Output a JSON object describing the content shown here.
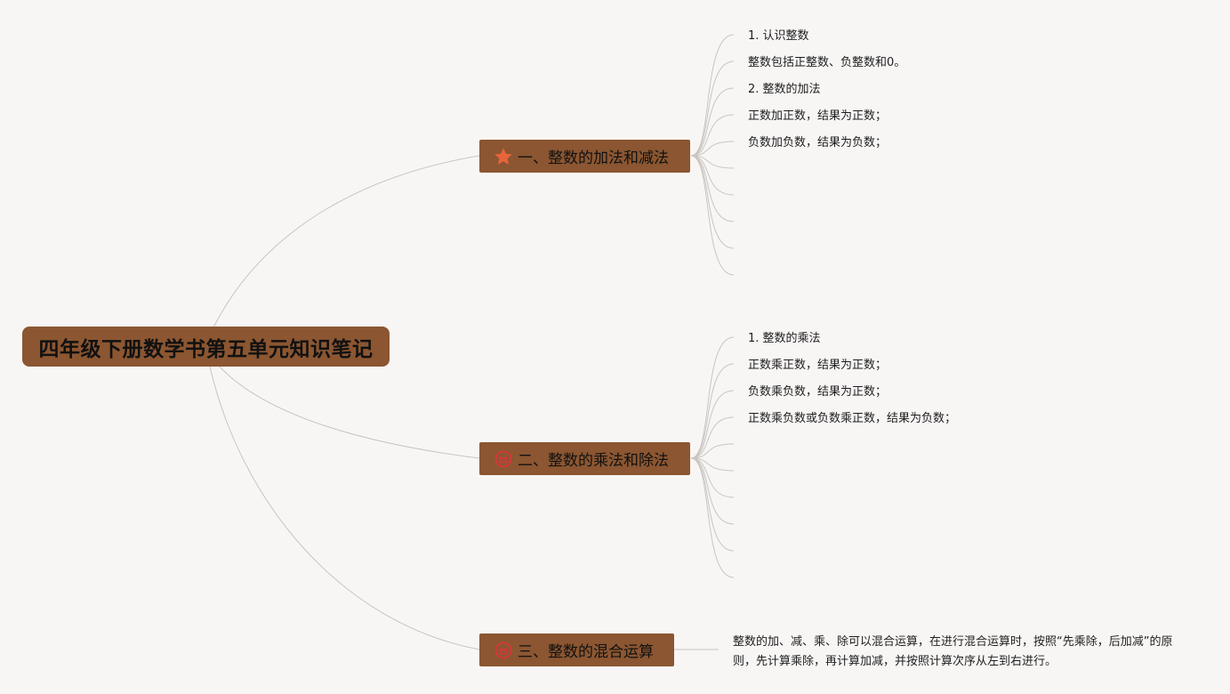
{
  "mindmap": {
    "root": {
      "label": "四年级下册数学书第五单元知识笔记"
    },
    "branches": [
      {
        "label": "一、整数的加法和减法",
        "icon": "star-icon",
        "icon_color": "#e8643a",
        "children": [
          "1. 认识整数",
          "整数包括正整数、负整数和0。",
          "2. 整数的加法",
          "正数加正数，结果为正数；",
          "负数加负数，结果为负数；",
          "",
          "",
          "",
          "",
          ""
        ]
      },
      {
        "label": "二、整数的乘法和除法",
        "icon": "badge-icon",
        "icon_color": "#d9353b",
        "children": [
          "1. 整数的乘法",
          "正数乘正数，结果为正数；",
          "负数乘负数，结果为正数；",
          "正数乘负数或负数乘正数，结果为负数；",
          "",
          "",
          "",
          "",
          "",
          ""
        ]
      },
      {
        "label": "三、整数的混合运算",
        "icon": "badge-icon",
        "icon_color": "#d9353b",
        "children": [
          "整数的加、减、乘、除可以混合运算，在进行混合运算时，按照“先乘除，后加减”的原则，先计算乘除，再计算加减，并按照计算次序从左到右进行。"
        ]
      }
    ],
    "colors": {
      "background": "#f8f6f5",
      "node_fill": "#8b5631",
      "connector": "#c9c4c0"
    }
  }
}
